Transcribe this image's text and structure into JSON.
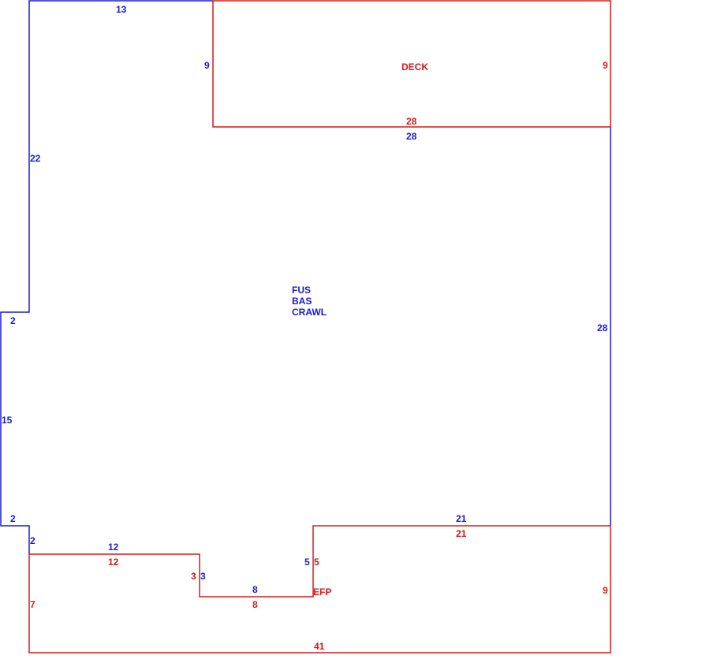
{
  "colors": {
    "main": "#1a1ad0",
    "sub": "#d41a1a"
  },
  "main_area": {
    "name_lines": [
      "FUS",
      "BAS",
      "CRAWL"
    ],
    "dims": {
      "top": "13",
      "left_upper": "22",
      "step_top": "2",
      "left_lower": "15",
      "step_bottom": "2",
      "notch": "2",
      "right": "28",
      "deck_left": "9",
      "deck_bottom": "28",
      "efp_top": "21",
      "efp_notch_top": "12",
      "efp_notch_side": "3",
      "efp_notch_bottom": "8",
      "efp_step": "5"
    }
  },
  "deck": {
    "name": "DECK",
    "dims": {
      "right": "9",
      "bottom": "28"
    }
  },
  "efp": {
    "name": "EFP",
    "dims": {
      "top": "21",
      "upper_left": "12",
      "notch_side": "3",
      "notch_bottom": "8",
      "step": "5",
      "left": "7",
      "right": "9",
      "bottom": "41"
    }
  }
}
